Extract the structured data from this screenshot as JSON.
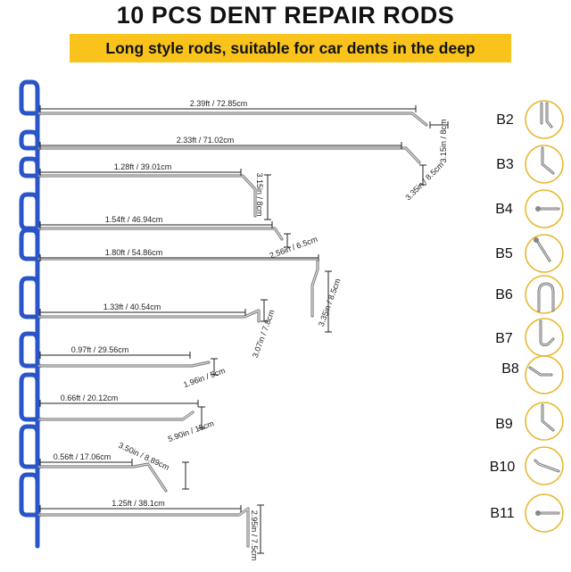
{
  "title": "10 PCS DENT REPAIR RODS",
  "subtitle": "Long style rods, suitable for car dents in the deep",
  "colors": {
    "banner": "#f9c31b",
    "handle": "#2a55c8",
    "tip_ring": "#e8b830"
  },
  "rods": [
    {
      "length": "2.39ft / 72.85cm",
      "bend": "3.15in / 8cm"
    },
    {
      "length": "2.33ft / 71.02cm",
      "bend": "3.35in / 8.5cm"
    },
    {
      "length": "1.28ft / 39.01cm",
      "bend": "3.15in / 8cm"
    },
    {
      "length": "1.54ft / 46.94cm",
      "bend": "2.56in / 6.5cm"
    },
    {
      "length": "1.80ft / 54.86cm",
      "bend": "3.35in / 8.5cm"
    },
    {
      "length": "1.33ft / 40.54cm",
      "bend": "3.07in / 7.8cm"
    },
    {
      "length": "0.97ft / 29.56cm",
      "bend": "1.96in / 5cm"
    },
    {
      "length": "0.66ft / 20.12cm",
      "bend": "5.90in / 15cm"
    },
    {
      "length": "0.56ft / 17.06cm",
      "bend": "3.50in / 8.89cm"
    },
    {
      "length": "1.25ft / 38.1cm",
      "bend": "2.95in / 7.5cm"
    }
  ],
  "tips": [
    {
      "code": "B2",
      "shape": "double-prong"
    },
    {
      "code": "B3",
      "shape": "angled"
    },
    {
      "code": "B4",
      "shape": "ball"
    },
    {
      "code": "B5",
      "shape": "angled-ball"
    },
    {
      "code": "B6",
      "shape": "u-hook"
    },
    {
      "code": "B7",
      "shape": "bent-hook"
    },
    {
      "code": "B8",
      "shape": "short-hook"
    },
    {
      "code": "B9",
      "shape": "angled"
    },
    {
      "code": "B10",
      "shape": "flat-blade"
    },
    {
      "code": "B11",
      "shape": "ball"
    }
  ]
}
